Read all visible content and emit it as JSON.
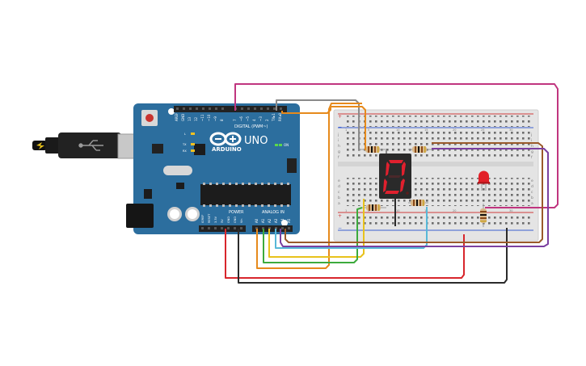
{
  "arduino": {
    "brand_logo": "ARDUINO",
    "model": "UNO",
    "label_digital": "DIGITAL (PWM~)",
    "label_power": "POWER",
    "label_analog": "ANALOG IN",
    "label_on": "ON",
    "label_tx": "TX",
    "label_rx": "RX",
    "label_l": "L",
    "digital_pins": [
      "AREF",
      "GND",
      "13",
      "12",
      "~11",
      "~10",
      "~9",
      "8",
      "7",
      "~6",
      "~5",
      "4",
      "~3",
      "2",
      "TX▸1",
      "RX◂0"
    ],
    "power_pins": [
      "IOREF",
      "RESET",
      "3.3V",
      "5V",
      "GND",
      "GND",
      "Vin"
    ],
    "analog_pins": [
      "A0",
      "A1",
      "A2",
      "A3",
      "A4",
      "A5"
    ]
  },
  "breadboard": {
    "row_letters_top": [
      "j",
      "i",
      "h",
      "g",
      "f"
    ],
    "row_letters_bottom": [
      "e",
      "d",
      "c",
      "b",
      "a"
    ],
    "column_numbers": [
      "1",
      "5",
      "10",
      "15",
      "20",
      "25",
      "30"
    ],
    "rail_plus": "+",
    "rail_minus": "−"
  },
  "colors": {
    "board": "#2c6e9e",
    "board_dark": "#1f5a85",
    "header": "#222222",
    "breadboard": "#e4e4e4",
    "rail_red": "#d13b3b",
    "rail_blue": "#3b5fd1",
    "segment_on": "#e0202e",
    "display_body": "#2a2a2a",
    "led": "#e22028",
    "wire_magenta": "#c0357f",
    "wire_gray": "#8a8a8a",
    "wire_orange": "#e68a1c",
    "wire_red": "#d8262c",
    "wire_black": "#2b2b2b",
    "wire_yellow": "#e8c21c",
    "wire_green": "#3caa3c",
    "wire_lightblue": "#58b8d8",
    "wire_brown": "#9a5a2a",
    "wire_purple": "#7b3fa0"
  },
  "icons": {
    "usb": "usb-icon",
    "power_jack": "dc-jack-icon"
  }
}
